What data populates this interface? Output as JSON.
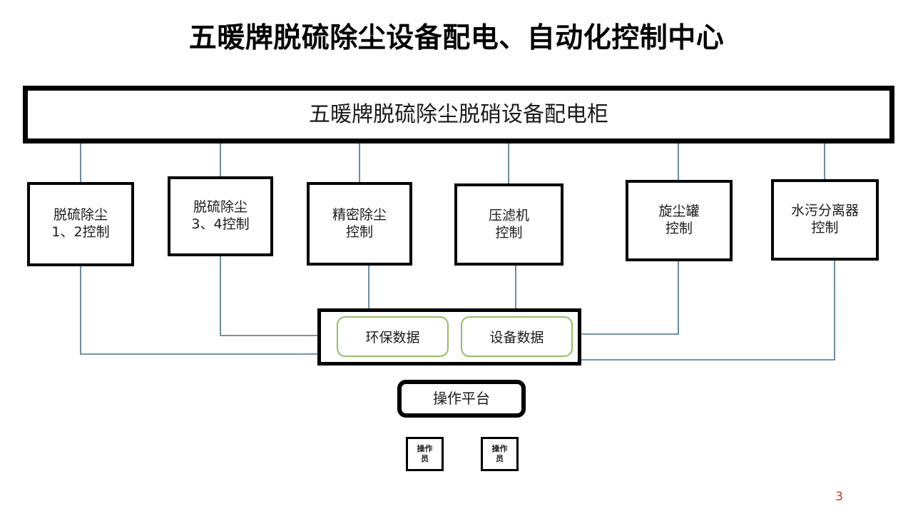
{
  "slide": {
    "title": "五暖牌脱硫除尘设备配电、自动化控制中心",
    "page_number": "3",
    "page_number_color": "#C0392B",
    "background_color": "#ffffff"
  },
  "header": {
    "label": "五暖牌脱硫除尘脱硝设备配电柜"
  },
  "control_boxes": [
    {
      "id": "desulfurization-dedusting-1-2",
      "line1": "脱硫除尘",
      "line2": "1、2控制"
    },
    {
      "id": "desulfurization-dedusting-3-4",
      "line1": "脱硫除尘",
      "line2": "3、4控制"
    },
    {
      "id": "precision-dedusting",
      "line1": "精密除尘",
      "line2": "控制"
    },
    {
      "id": "filter-press",
      "line1": "压滤机",
      "line2": "控制"
    },
    {
      "id": "cyclone-dust-tank",
      "line1": "旋尘罐",
      "line2": "控制"
    },
    {
      "id": "water-sludge-separator",
      "line1": "水污分离器",
      "line2": "控制"
    }
  ],
  "data_hub": {
    "chips": [
      {
        "id": "environmental-data",
        "label": "环保数据"
      },
      {
        "id": "equipment-data",
        "label": "设备数据"
      }
    ],
    "chip_border_color": "#9BBB63"
  },
  "platform": {
    "label": "操作平台"
  },
  "operators": [
    {
      "id": "operator-left",
      "line1": "操作",
      "line2": "员"
    },
    {
      "id": "operator-right",
      "line1": "操作",
      "line2": "员"
    }
  ],
  "connectors": {
    "line_color": "#4A6F8A",
    "line_width": 1.6
  }
}
